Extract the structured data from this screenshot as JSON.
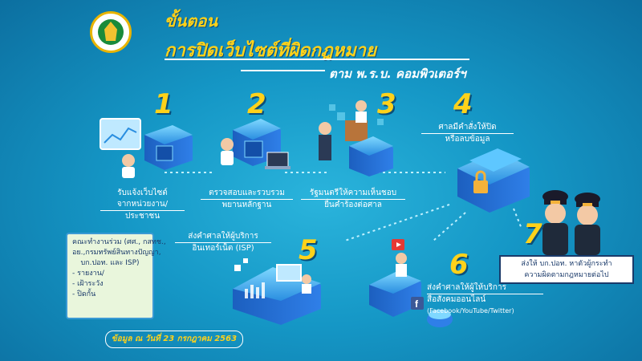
{
  "header": {
    "title_line1": "ขั้นตอน",
    "title_line2": "การปิดเว็บไซต์ที่ผิดกฎหมาย",
    "title_line3": "ตาม พ.ร.บ. คอมพิวเตอร์ฯ"
  },
  "steps": [
    {
      "number": "1",
      "label_line1": "รับแจ้งเว็บไซต์",
      "label_line2": "จากหน่วยงาน/",
      "label_line3": "ประชาชน"
    },
    {
      "number": "2",
      "label_line1": "ตรวจสอบและรวบรวม",
      "label_line2": "พยานหลักฐาน"
    },
    {
      "number": "3",
      "label_line1": "รัฐมนตรีให้ความเห็นชอบ",
      "label_line2": "ยื่นคำร้องต่อศาล"
    },
    {
      "number": "4",
      "label_line1": "ศาลมีคำสั่งให้ปิด",
      "label_line2": "หรือลบข้อมูล"
    },
    {
      "number": "5",
      "label_line1": "ส่งคำศาลให้ผู้บริการ",
      "label_line2": "อินเทอร์เน็ต (ISP)"
    },
    {
      "number": "6",
      "label_line1": "ส่งคำศาลให้ผู้ให้บริการ",
      "label_line2": "สื่อสังคมออนไลน์",
      "label_line3": "(Facebook/YouTube/Twitter)"
    },
    {
      "number": "7",
      "label_line1": "ส่งให้ บก.ปอท. หาตัวผู้กระทำ",
      "label_line2": "ความผิดตามกฎหมายต่อไป"
    }
  ],
  "task_force": {
    "line1": "คณะทำงานร่วม (ศศ., กสทช.,",
    "line2": "อย.,กรมทรัพย์สินทางปัญญา,",
    "line3": "บก.ปอท. และ ISP)",
    "items": [
      "- รายงาน/",
      "- เฝ้าระวัง",
      "- ปิดกั้น"
    ]
  },
  "footer": {
    "date_note": "ข้อมูล ณ วันที่ 23 กรกฎาคม 2563"
  },
  "colors": {
    "background": "#1597c6",
    "accent_yellow": "#ffd21a",
    "server_blue": "#2a6fd6",
    "box_green": "#e9f6dc"
  }
}
